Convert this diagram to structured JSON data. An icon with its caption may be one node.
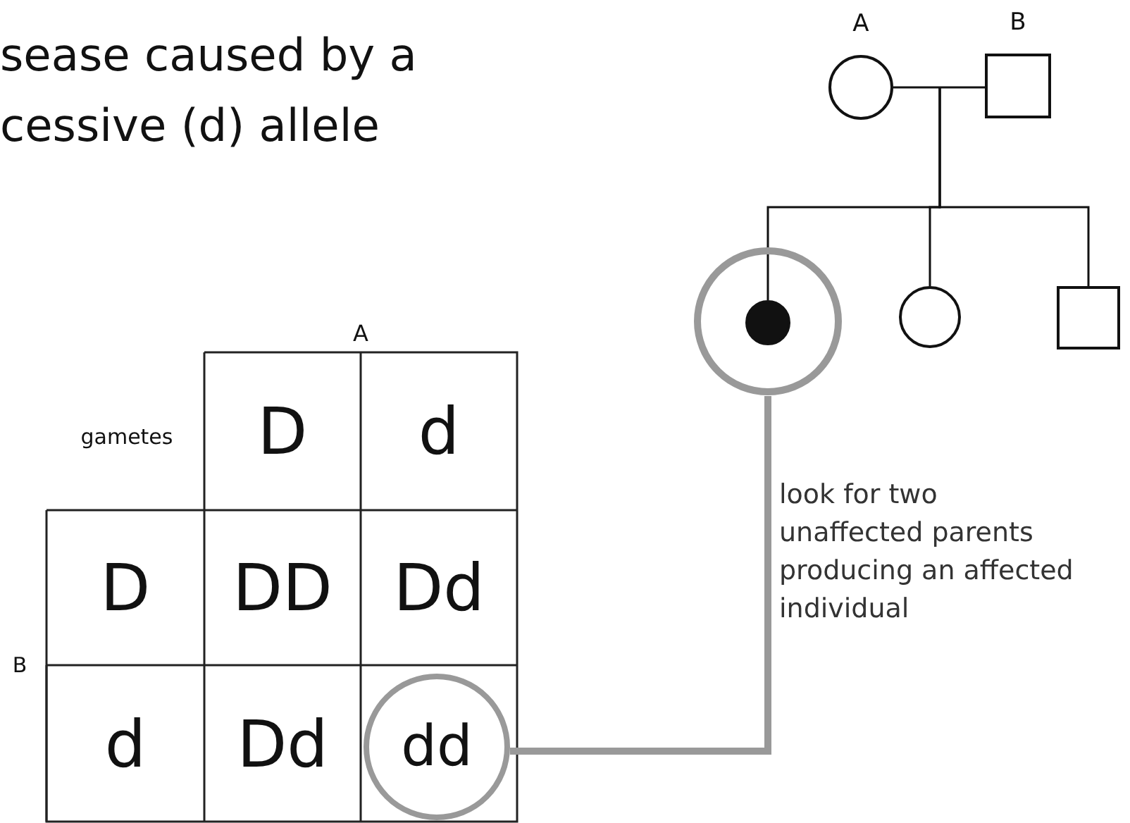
{
  "diagram": {
    "title": "sease caused by a cessive (d) allele",
    "nodes": [
      {
        "text": [],
        "shape": "circle",
        "beside": [
          "A"
        ]
      },
      {
        "text": [],
        "shape": "box",
        "beside": [
          "B"
        ]
      },
      {
        "text": [],
        "shape": "circle"
      },
      {
        "text": [],
        "shape": "circle",
        "in": 2
      },
      {
        "text": [],
        "shape": "circle"
      },
      {
        "text": [],
        "shape": "box"
      },
      {
        "text": [
          "dd"
        ]
      }
    ],
    "edges": [
      {
        "from": 0,
        "to": 1,
        "arrow": "none"
      },
      {
        "from": null,
        "to": 3,
        "arrow": "none"
      },
      {
        "from": null,
        "to": 4,
        "arrow": "none"
      },
      {
        "from": null,
        "to": 5,
        "arrow": "none"
      },
      {
        "from": 6,
        "to": 2,
        "arrow": "none",
        "style": "thick",
        "color": "#999999"
      }
    ],
    "labels": [
      "A",
      "gametes",
      "D",
      "d",
      "D",
      "DD",
      "Dd",
      "B",
      "d",
      "Dd",
      "look for two unaffected parents producing an affected individual"
    ]
  }
}
